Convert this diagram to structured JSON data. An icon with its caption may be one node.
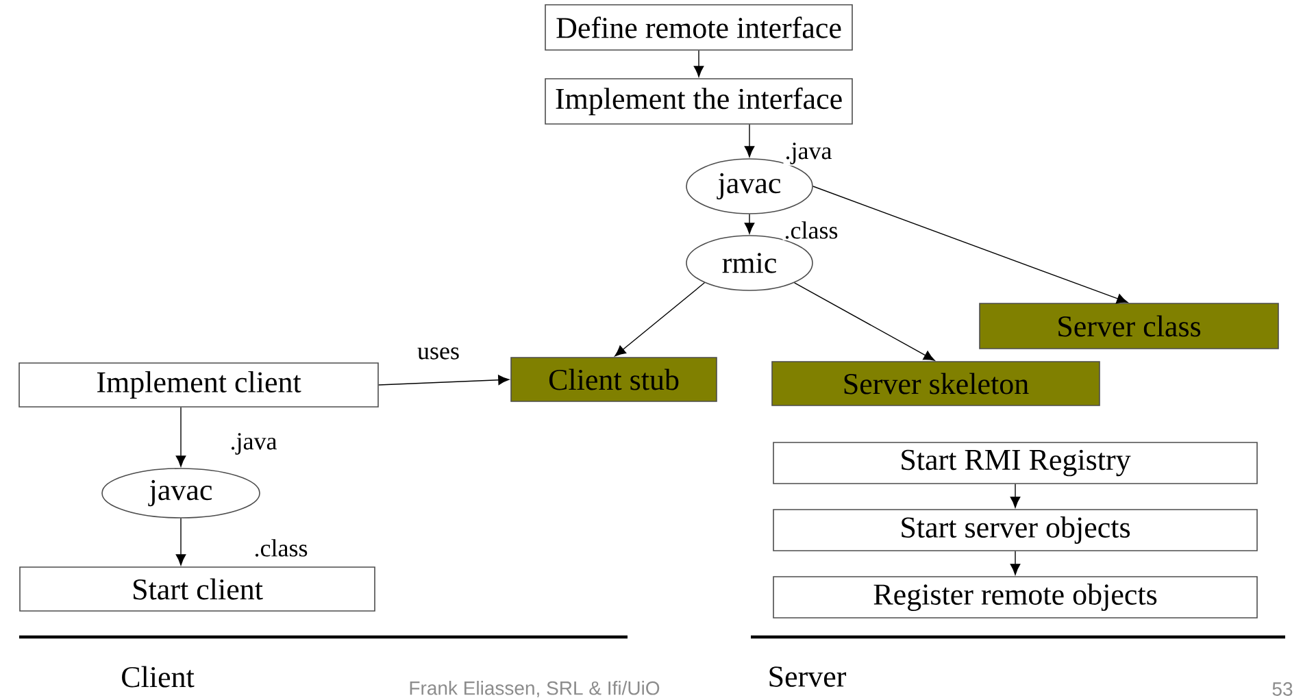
{
  "diagram": {
    "nodes": [
      {
        "text": [
          "Define remote interface"
        ]
      },
      {
        "text": [
          "Implement the interface"
        ]
      },
      {
        "text": [
          "javac"
        ]
      },
      {
        "text": [
          "rmic"
        ]
      },
      {
        "text": [
          "Server class"
        ]
      },
      {
        "text": [
          "Implement client"
        ]
      },
      {
        "text": [
          "Client stub"
        ]
      },
      {
        "text": [
          "Server skeleton"
        ]
      },
      {
        "text": [
          "javac"
        ]
      },
      {
        "text": [
          "Start client"
        ]
      },
      {
        "text": [
          "Start RMI Registry"
        ]
      },
      {
        "text": [
          "Start server objects"
        ]
      },
      {
        "text": [
          "Register remote objects"
        ]
      }
    ],
    "edges": [
      {
        "from": 0,
        "to": 1,
        "arrow": "to"
      },
      {
        "from": 1,
        "to": 2,
        "arrow": "to",
        "label": ".java"
      },
      {
        "from": 2,
        "to": 3,
        "arrow": "to",
        "label": ".class"
      },
      {
        "from": 2,
        "to": 4,
        "arrow": "to"
      },
      {
        "from": 3,
        "to": 6,
        "arrow": "to"
      },
      {
        "from": 3,
        "to": 7,
        "arrow": "to"
      },
      {
        "from": 5,
        "to": 6,
        "arrow": "to",
        "label": "uses"
      },
      {
        "from": 5,
        "to": 8,
        "arrow": "to",
        "label": ".java"
      },
      {
        "from": 8,
        "to": 9,
        "arrow": "to",
        "label": ".class"
      },
      {
        "from": 10,
        "to": 11,
        "arrow": "to"
      },
      {
        "from": 11,
        "to": 12,
        "arrow": "to"
      }
    ],
    "labels": [
      "Client",
      "Frank Eliassen, SRL & Ifi/UiO",
      "Server",
      "53"
    ]
  }
}
